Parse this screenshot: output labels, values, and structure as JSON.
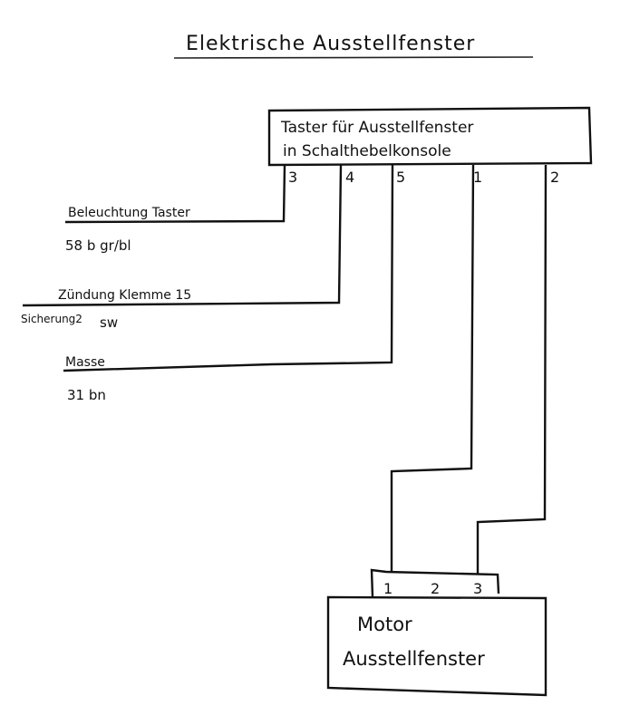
{
  "title": "Elektrische Ausstellfenster",
  "switch": {
    "line1": "Taster für Ausstellfenster",
    "line2": "in Schalthebelkonsole",
    "pins": [
      "3",
      "4",
      "5",
      "1",
      "2"
    ]
  },
  "connections": [
    {
      "name": "Beleuchtung Taster",
      "detail": "58 b   gr/bl",
      "pin": "3"
    },
    {
      "name": "Zündung Klemme 15",
      "detail_prefix": "Sicherung2",
      "detail": "sw",
      "pin": "4"
    },
    {
      "name": "Masse",
      "detail": "31  bn",
      "pin": "5"
    }
  ],
  "motor": {
    "line1": "Motor",
    "line2": "Ausstellfenster",
    "pins": [
      "1",
      "2",
      "3"
    ]
  }
}
